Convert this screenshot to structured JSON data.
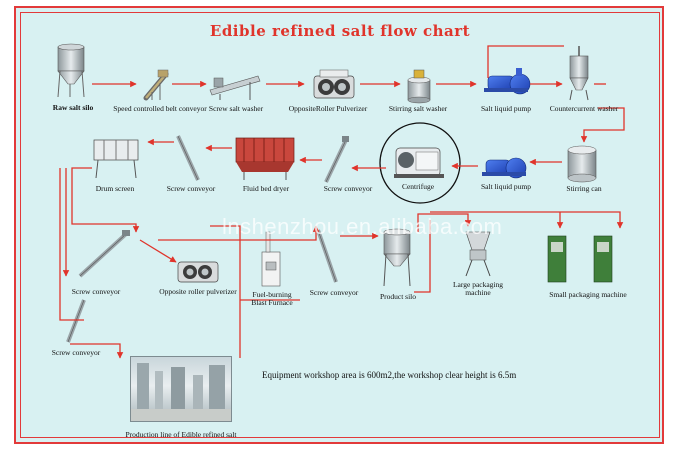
{
  "title": "Edible refined salt flow chart",
  "watermark": "lnshenzhou.en.alibaba.com",
  "note": "Equipment workshop area is 600m2,the workshop clear height is 6.5m",
  "photo_caption": "Production line of Edible refined salt",
  "colors": {
    "frame": "#e23a3a",
    "background": "#d8f1f2",
    "arrow": "#e0342b",
    "title": "#e0342b"
  },
  "labels": {
    "raw_salt_silo": "Raw salt silo",
    "belt_conveyor": "Speed controlled belt conveyor",
    "screw_salt_washer": "Screw salt washer",
    "opposite_roller_pulverizer_top": "OppositeRoller Pulverizer",
    "stirring_salt_washer": "Stirring salt washer",
    "salt_liquid_pump_top": "Salt liquid pump",
    "countercurrent_washer": "Countercurrent washer",
    "stirring_can": "Stirring can",
    "salt_liquid_pump_mid": "Salt liquid pump",
    "centrifuge": "Centrifuge",
    "screw_conveyor_mid": "Screw conveyor",
    "fluid_bed_dryer": "Fluid bed dryer",
    "screw_conveyor_left": "Screw conveyor",
    "drum_screen": "Drum screen",
    "screw_conveyor_low": "Screw conveyor",
    "opposite_roller_pulverizer_low": "Opposite roller pulverizer",
    "blast_furnace": "Fuel-burning Blast Furnace",
    "screw_conveyor_low2": "Screw conveyor",
    "product_silo": "Product silo",
    "large_packaging": "Large packaging machine",
    "small_packaging": "Small packaging machine",
    "screw_conveyor_bottom": "Screw conveyor"
  },
  "icons": [
    "silo-icon",
    "belt-conveyor-icon",
    "screw-washer-icon",
    "roller-pulverizer-icon",
    "stirring-washer-icon",
    "pump-icon",
    "countercurrent-washer-icon",
    "stirring-can-icon",
    "centrifuge-icon",
    "screw-conveyor-icon",
    "fluid-bed-dryer-icon",
    "drum-screen-icon",
    "blast-furnace-icon",
    "product-silo-icon",
    "large-packaging-icon",
    "small-packaging-icon"
  ]
}
